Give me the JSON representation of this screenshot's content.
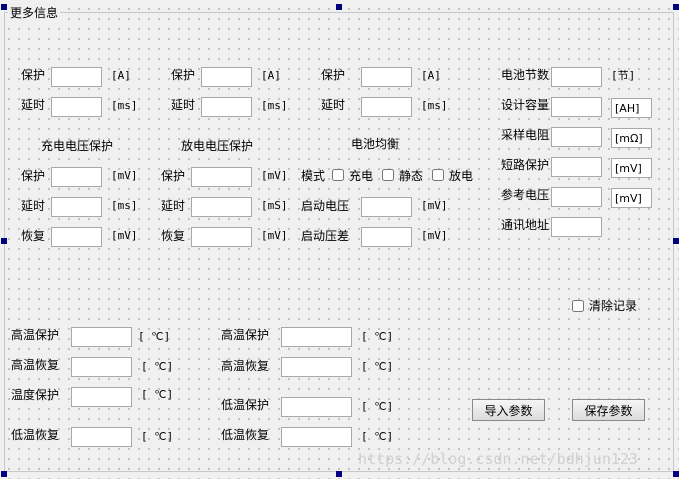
{
  "group": {
    "title": "更多信息"
  },
  "current": {
    "col1": {
      "protect": "保护",
      "protect_unit": "[A]",
      "delay": "延时",
      "delay_unit": "[ms]"
    },
    "col2": {
      "protect": "保护",
      "protect_unit": "[A]",
      "delay": "延时",
      "delay_unit": "[ms]"
    },
    "col3": {
      "protect": "保护",
      "protect_unit": "[A]",
      "delay": "延时",
      "delay_unit": "[ms]"
    }
  },
  "charge_voltage": {
    "title": "充电电压保护",
    "protect": "保护",
    "protect_unit": "[mV]",
    "delay": "延时",
    "delay_unit": "[ms]",
    "recover": "恢复",
    "recover_unit": "[mV]"
  },
  "discharge_voltage": {
    "title": "放电电压保护",
    "protect": "保护",
    "protect_unit": "[mV]",
    "delay": "延时",
    "delay_unit": "[mS]",
    "recover": "恢复",
    "recover_unit": "[mV]"
  },
  "balance": {
    "title": "电池均衡",
    "mode_label": "模式",
    "mode_charge": "充电",
    "mode_static": "静态",
    "mode_discharge": "放电",
    "start_voltage": "启动电压",
    "start_voltage_unit": "[mV]",
    "start_diff": "启动压差",
    "start_diff_unit": "[mV]"
  },
  "battery": {
    "cells": "电池节数",
    "cells_unit": "[节]",
    "design_capacity": "设计容量",
    "design_capacity_unit": "[AH]",
    "sample_resistor": "采样电阻",
    "sample_resistor_unit": "[mΩ]",
    "short_protect": "短路保护",
    "short_protect_unit": "[mV]",
    "ref_voltage": "参考电压",
    "ref_voltage_unit": "[mV]",
    "comm_address": "通讯地址"
  },
  "clear_records": "清除记录",
  "temperature": {
    "left": {
      "high_protect": "高温保护",
      "high_protect_unit": "[ ℃]",
      "high_recover": "高温恢复",
      "high_recover_unit": "[ ℃]",
      "temp_protect": "温度保护",
      "temp_protect_unit": "[ ℃]",
      "low_recover": "低温恢复",
      "low_recover_unit": "[ ℃]"
    },
    "right": {
      "high_protect": "高温保护",
      "high_protect_unit": "[ ℃]",
      "high_recover": "高温恢复",
      "high_recover_unit": "[ ℃]",
      "low_protect": "低温保护",
      "low_protect_unit": "[ ℃]",
      "low_recover": "低温恢复",
      "low_recover_unit": "[ ℃]"
    }
  },
  "buttons": {
    "import": "导入参数",
    "save": "保存参数"
  },
  "watermark": "https://blog.csdn.net/bdhjun123"
}
